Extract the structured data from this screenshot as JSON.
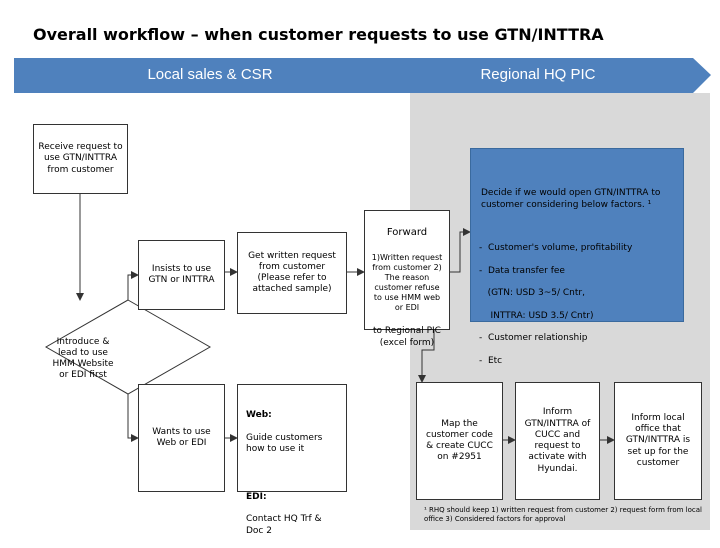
{
  "title": "Overall workflow – when customer requests to use GTN/INTTRA",
  "lanes": {
    "left_label": "Local sales & CSR",
    "right_label": "Regional HQ PIC"
  },
  "colors": {
    "band": "#4f81bd",
    "gray_area": "#d9d9d9",
    "box_blue": "#4f81bd"
  },
  "nodes": {
    "receive_request": "Receive request to use GTN/INTTRA from customer",
    "insists": "Insists to use GTN or INTTRA",
    "get_written": "Get written request from customer (Please refer to attached sample)",
    "introduce": "Introduce & lead to use HMM Website or EDI first",
    "wants_web_edi": "Wants to use Web or EDI",
    "web_heading": "Web:",
    "web_text": "Guide customers how to use it",
    "edi_heading": "EDI:",
    "edi_text": "Contact HQ Trf & Doc 2",
    "forward_title": "Forward",
    "forward_body": "1)Written request from customer 2) The reason customer refuse to use HMM web or EDI",
    "forward_tail": "to Regional PIC (excel form)",
    "decide_title": "Decide if we would open GTN/INTTRA to customer considering below factors. ¹",
    "decide_items": [
      "-  Customer's volume, profitability",
      "-  Data transfer fee",
      "   (GTN: USD 3~5/ Cntr,",
      "    INTTRA: USD 3.5/ Cntr)",
      "-  Customer relationship",
      "-  Etc"
    ],
    "map_customer": "Map the customer code & create CUCC on #2951",
    "inform_gtn": "Inform GTN/INTTRA of CUCC and request to activate with Hyundai.",
    "inform_local": "Inform local office that GTN/INTTRA is set up for the customer"
  },
  "footnote": "¹ RHQ should keep 1) written request from customer 2) request form from local office 3) Considered factors for approval"
}
